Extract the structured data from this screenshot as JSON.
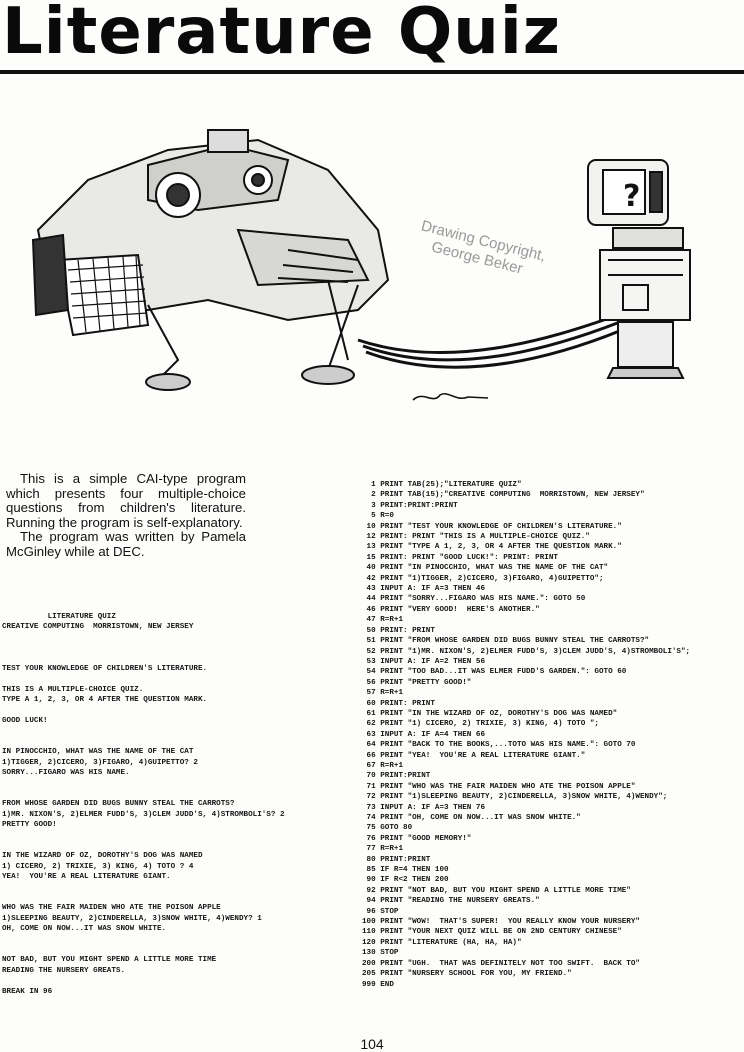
{
  "header": {
    "title": "Literature Quiz"
  },
  "illustration": {
    "watermark_line1": "Drawing Copyright,",
    "watermark_line2": "George Beker",
    "question_mark": "?"
  },
  "intro": {
    "paragraph1": "This is a simple CAI-type program which presents four multiple-choice questions from children's literature. Running the program is self-explanatory.",
    "paragraph2": "The program was written by Pamela McGinley while at DEC."
  },
  "sample_run": [
    "          LITERATURE QUIZ",
    "CREATIVE COMPUTING  MORRISTOWN, NEW JERSEY",
    "",
    "",
    "",
    "TEST YOUR KNOWLEDGE OF CHILDREN'S LITERATURE.",
    "",
    "THIS IS A MULTIPLE-CHOICE QUIZ.",
    "TYPE A 1, 2, 3, OR 4 AFTER THE QUESTION MARK.",
    "",
    "GOOD LUCK!",
    "",
    "",
    "IN PINOCCHIO, WHAT WAS THE NAME OF THE CAT",
    "1)TIGGER, 2)CICERO, 3)FIGARO, 4)GUIPETTO? 2",
    "SORRY...FIGARO WAS HIS NAME.",
    "",
    "",
    "FROM WHOSE GARDEN DID BUGS BUNNY STEAL THE CARROTS?",
    "1)MR. NIXON'S, 2)ELMER FUDD'S, 3)CLEM JUDD'S, 4)STROMBOLI'S? 2",
    "PRETTY GOOD!",
    "",
    "",
    "IN THE WIZARD OF OZ, DOROTHY'S DOG WAS NAMED",
    "1) CICERO, 2) TRIXIE, 3) KING, 4) TOTO ? 4",
    "YEA!  YOU'RE A REAL LITERATURE GIANT.",
    "",
    "",
    "WHO WAS THE FAIR MAIDEN WHO ATE THE POISON APPLE",
    "1)SLEEPING BEAUTY, 2)CINDERELLA, 3)SNOW WHITE, 4)WENDY? 1",
    "OH, COME ON NOW...IT WAS SNOW WHITE.",
    "",
    "",
    "NOT BAD, BUT YOU MIGHT SPEND A LITTLE MORE TIME",
    "READING THE NURSERY GREATS.",
    "",
    "BREAK IN 96"
  ],
  "listing": [
    "  1 PRINT TAB(25);\"LITERATURE QUIZ\"",
    "  2 PRINT TAB(15);\"CREATIVE COMPUTING  MORRISTOWN, NEW JERSEY\"",
    "  3 PRINT:PRINT:PRINT",
    "  5 R=0",
    " 10 PRINT \"TEST YOUR KNOWLEDGE OF CHILDREN'S LITERATURE.\"",
    " 12 PRINT: PRINT \"THIS IS A MULTIPLE-CHOICE QUIZ.\"",
    " 13 PRINT \"TYPE A 1, 2, 3, OR 4 AFTER THE QUESTION MARK.\"",
    " 15 PRINT: PRINT \"GOOD LUCK!\": PRINT: PRINT",
    " 40 PRINT \"IN PINOCCHIO, WHAT WAS THE NAME OF THE CAT\"",
    " 42 PRINT \"1)TIGGER, 2)CICERO, 3)FIGARO, 4)GUIPETTO\";",
    " 43 INPUT A: IF A=3 THEN 46",
    " 44 PRINT \"SORRY...FIGARO WAS HIS NAME.\": GOTO 50",
    " 46 PRINT \"VERY GOOD!  HERE'S ANOTHER.\"",
    " 47 R=R+1",
    " 50 PRINT: PRINT",
    " 51 PRINT \"FROM WHOSE GARDEN DID BUGS BUNNY STEAL THE CARROTS?\"",
    " 52 PRINT \"1)MR. NIXON'S, 2)ELMER FUDD'S, 3)CLEM JUDD'S, 4)STROMBOLI'S\";",
    " 53 INPUT A: IF A=2 THEN 56",
    " 54 PRINT \"TOO BAD...IT WAS ELMER FUDD'S GARDEN.\": GOTO 60",
    " 56 PRINT \"PRETTY GOOD!\"",
    " 57 R=R+1",
    " 60 PRINT: PRINT",
    " 61 PRINT \"IN THE WIZARD OF OZ, DOROTHY'S DOG WAS NAMED\"",
    " 62 PRINT \"1) CICERO, 2) TRIXIE, 3) KING, 4) TOTO \";",
    " 63 INPUT A: IF A=4 THEN 66",
    " 64 PRINT \"BACK TO THE BOOKS,...TOTO WAS HIS NAME.\": GOTO 70",
    " 66 PRINT \"YEA!  YOU'RE A REAL LITERATURE GIANT.\"",
    " 67 R=R+1",
    " 70 PRINT:PRINT",
    " 71 PRINT \"WHO WAS THE FAIR MAIDEN WHO ATE THE POISON APPLE\"",
    " 72 PRINT \"1)SLEEPING BEAUTY, 2)CINDERELLA, 3)SNOW WHITE, 4)WENDY\";",
    " 73 INPUT A: IF A=3 THEN 76",
    " 74 PRINT \"OH, COME ON NOW...IT WAS SNOW WHITE.\"",
    " 75 GOTO 80",
    " 76 PRINT \"GOOD MEMORY!\"",
    " 77 R=R+1",
    " 80 PRINT:PRINT",
    " 85 IF R=4 THEN 100",
    " 90 IF R<2 THEN 200",
    " 92 PRINT \"NOT BAD, BUT YOU MIGHT SPEND A LITTLE MORE TIME\"",
    " 94 PRINT \"READING THE NURSERY GREATS.\"",
    " 96 STOP",
    "100 PRINT \"WOW!  THAT'S SUPER!  YOU REALLY KNOW YOUR NURSERY\"",
    "110 PRINT \"YOUR NEXT QUIZ WILL BE ON 2ND CENTURY CHINESE\"",
    "120 PRINT \"LITERATURE (HA, HA, HA)\"",
    "130 STOP",
    "200 PRINT \"UGH.  THAT WAS DEFINITELY NOT TOO SWIFT.  BACK TO\"",
    "205 PRINT \"NURSERY SCHOOL FOR YOU, MY FRIEND.\"",
    "999 END"
  ],
  "footer": {
    "page_number": "104"
  }
}
